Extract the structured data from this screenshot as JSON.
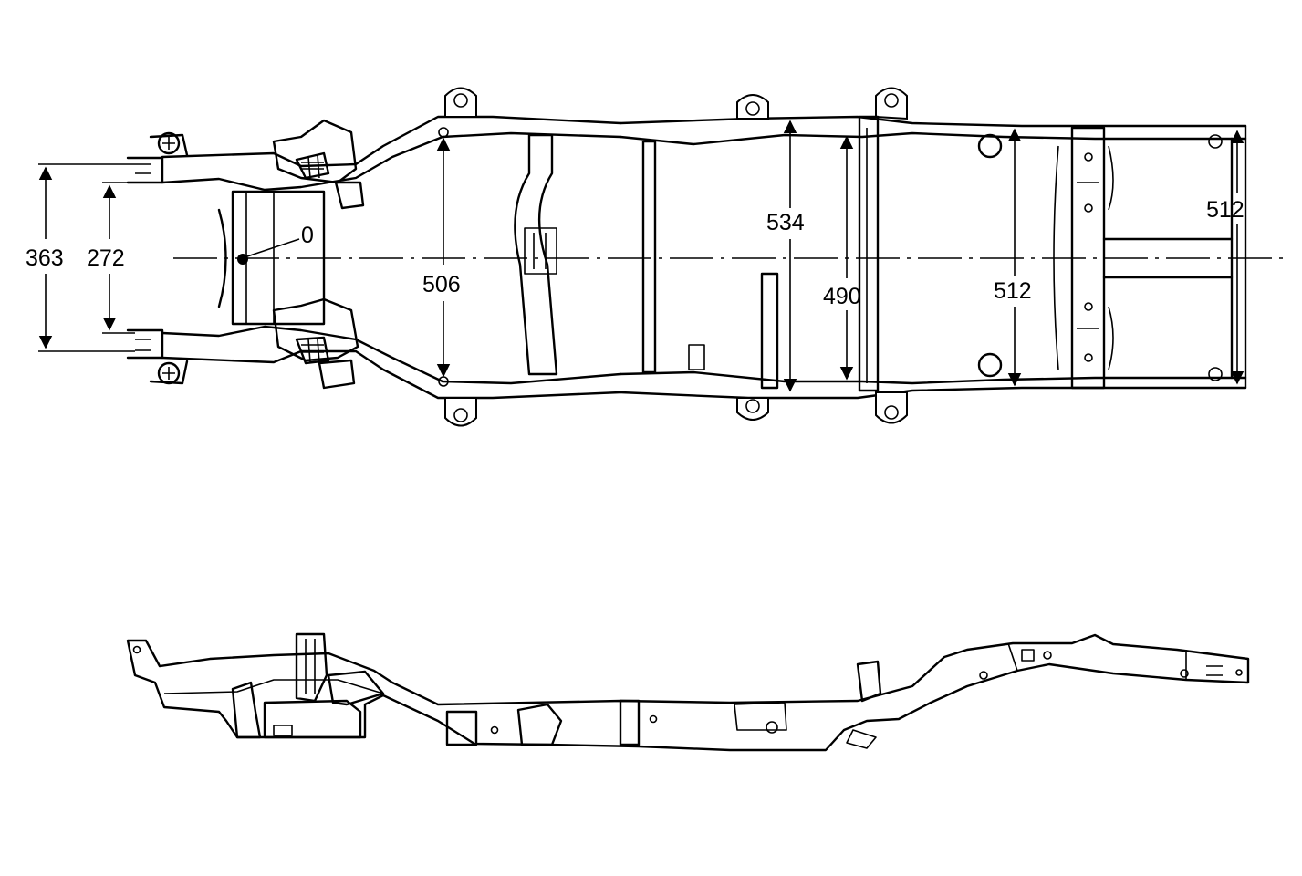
{
  "dimensions": {
    "d363": "363",
    "d272": "272",
    "d0": "0",
    "d506": "506",
    "d534": "534",
    "d490": "490",
    "d512_mid": "512",
    "d512_rear": "512"
  }
}
